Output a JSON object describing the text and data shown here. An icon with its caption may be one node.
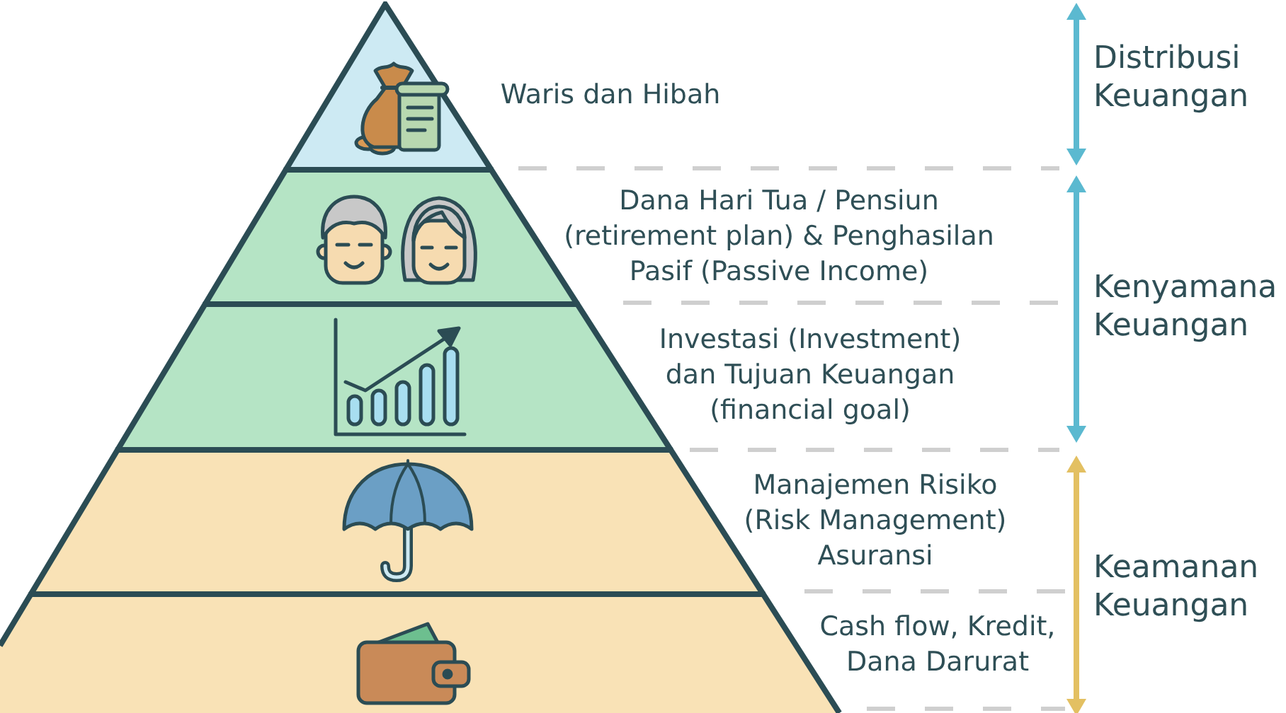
{
  "diagram": {
    "nodes": [
      {
        "text": [
          "Waris dan Hibah"
        ]
      },
      {
        "text": [
          "Dana Hari Tua / Pensiun (retirement plan) & Penghasilan Pasif (Passive Income)"
        ]
      },
      {
        "text": [
          "Investasi (Investment) dan Tujuan Keuangan (financial goal)"
        ]
      },
      {
        "text": [
          "Manajemen Risiko (Risk Management) Asuransi"
        ]
      },
      {
        "text": [
          "Cash flow, Kredit, Dana Darurat"
        ]
      }
    ],
    "labels": [
      "Distribusi Keuangan",
      "Kenyamana Keuangan",
      "Keamanan Keuangan"
    ]
  }
}
